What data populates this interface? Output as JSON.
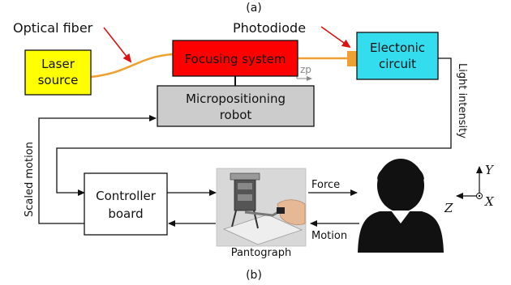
{
  "caption_top": "(a)",
  "caption_bottom": "(b)",
  "labels": {
    "optical_fiber": "Optical fiber",
    "photodiode": "Photodiode",
    "zp": "zp",
    "light_intensity": "Light intensity",
    "scaled_motion": "Scaled motion",
    "force": "Force",
    "motion": "Motion",
    "pantograph": "Pantograph"
  },
  "boxes": {
    "laser_source": [
      "Laser",
      "source"
    ],
    "focusing_system": [
      "Focusing system"
    ],
    "electronic_circuit": [
      "Electonic",
      "circuit"
    ],
    "micropositioning_robot": [
      "Micropositioning",
      "robot"
    ],
    "controller_board": [
      "Controller",
      "board"
    ]
  },
  "axes": {
    "y": "Y",
    "x": "X",
    "z": "Z"
  },
  "colors": {
    "laser_source": "#ffff00",
    "focusing_system": "#ff0000",
    "electronic_circuit": "#33ddee",
    "micropositioning_robot": "#cccccc",
    "controller_board": "#ffffff",
    "fiber": "#f0a030",
    "red_arrow": "#dd1111"
  }
}
